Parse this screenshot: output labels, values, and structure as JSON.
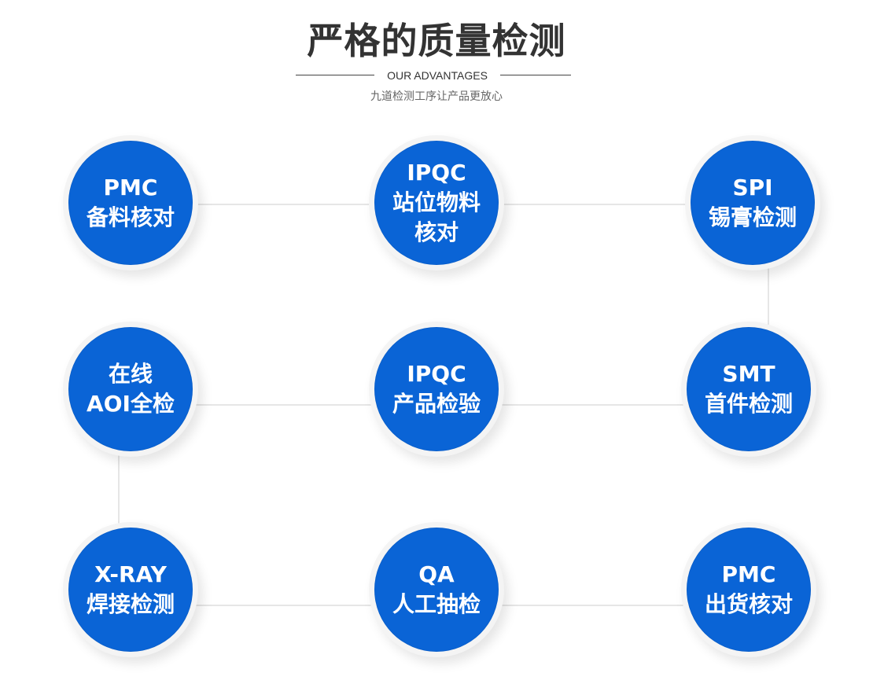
{
  "header": {
    "title": "严格的质量检测",
    "subtitle": "OUR ADVANTAGES",
    "caption": "九道检测工序让产品更放心"
  },
  "colors": {
    "node_fill": "#0a64d6",
    "node_ring": "#f4f4f4",
    "connector": "#cccccc",
    "title": "#333333"
  },
  "nodes": [
    {
      "lines": [
        "PMC",
        "备料核对"
      ]
    },
    {
      "lines": [
        "IPQC",
        "站位物料",
        "核对"
      ]
    },
    {
      "lines": [
        "SPI",
        "锡膏检测"
      ]
    },
    {
      "lines": [
        "在线",
        "AOI全检"
      ]
    },
    {
      "lines": [
        "IPQC",
        "产品检验"
      ]
    },
    {
      "lines": [
        "SMT",
        "首件检测"
      ]
    },
    {
      "lines": [
        "X-RAY",
        "焊接检测"
      ]
    },
    {
      "lines": [
        "QA",
        "人工抽检"
      ]
    },
    {
      "lines": [
        "PMC",
        "出货核对"
      ]
    }
  ]
}
